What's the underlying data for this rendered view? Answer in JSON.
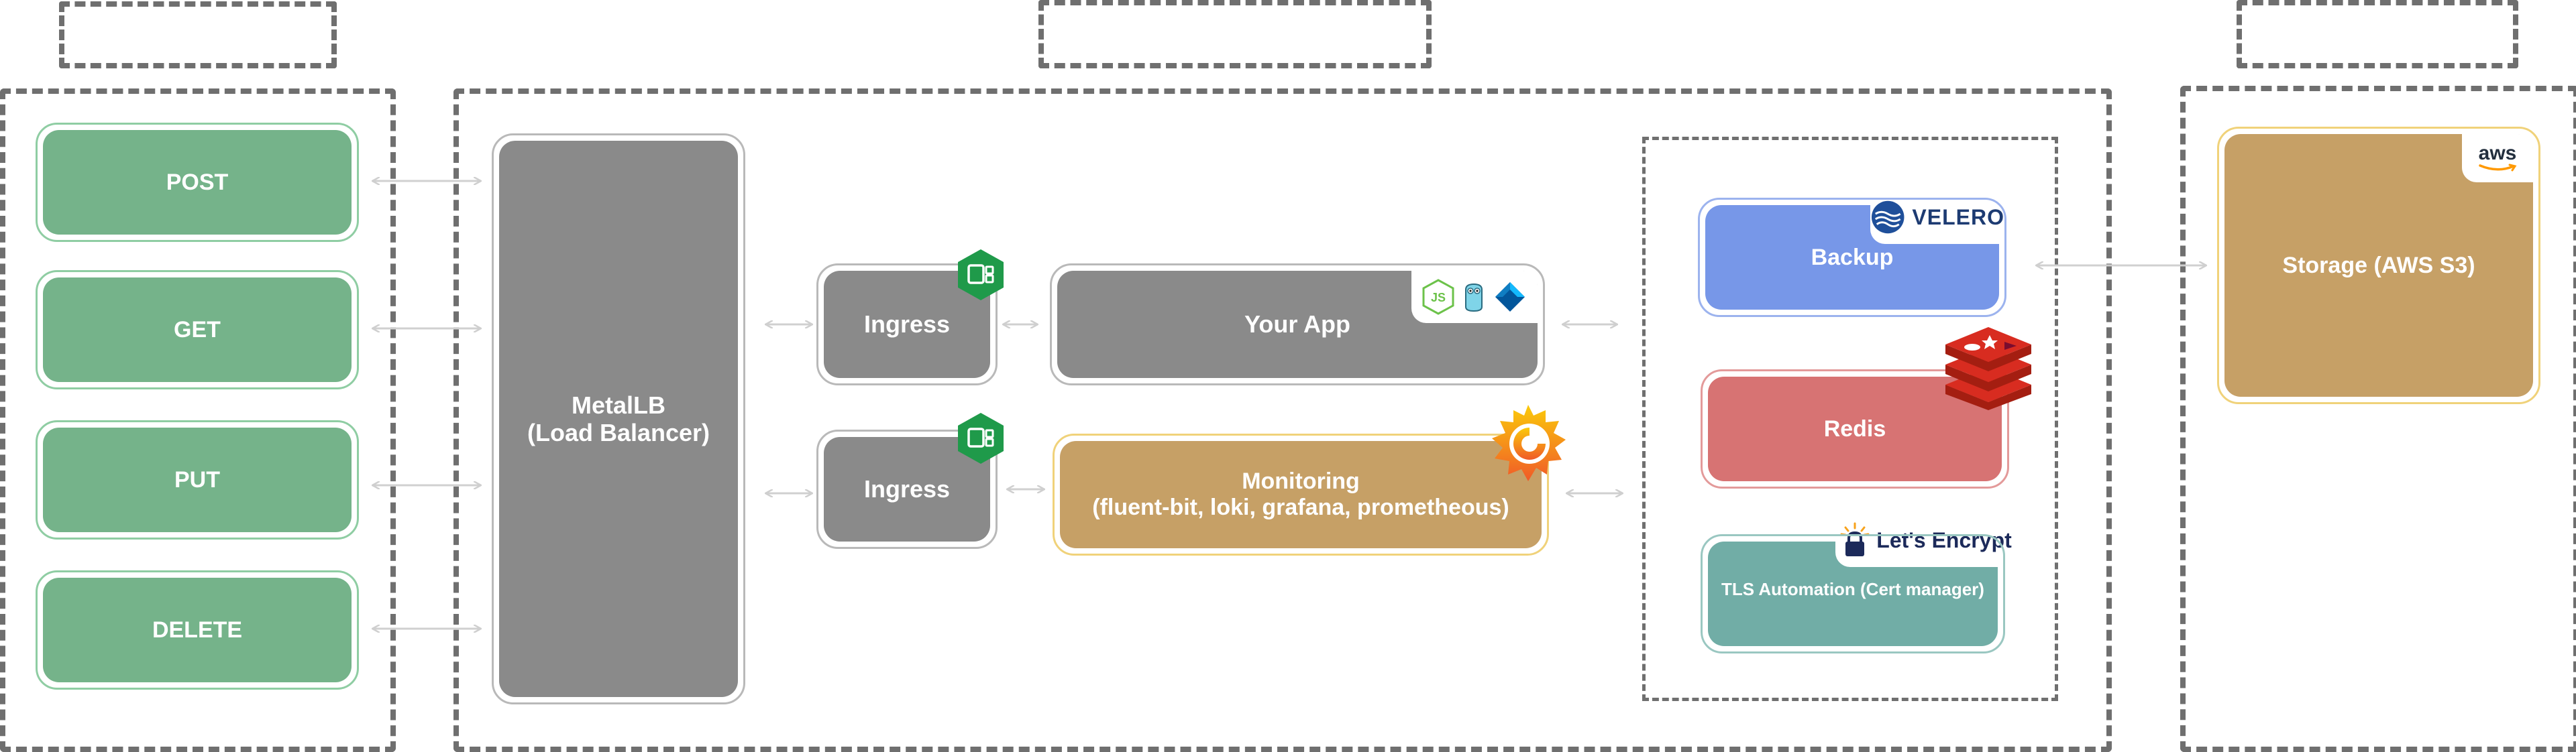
{
  "requests": {
    "post": "POST",
    "get": "GET",
    "put": "PUT",
    "delete": "DELETE"
  },
  "load_balancer": {
    "line1": "MetalLB",
    "line2": "(Load Balancer)"
  },
  "ingress": {
    "top": "Ingress",
    "bottom": "Ingress"
  },
  "app": {
    "label": "Your App"
  },
  "monitoring": {
    "line1": "Monitoring",
    "line2": "(fluent-bit, loki, grafana, prometheous)"
  },
  "services": {
    "backup": "Backup",
    "redis": "Redis",
    "tls": "TLS Automation (Cert manager)"
  },
  "storage": {
    "label": "Storage (AWS S3)"
  },
  "logos": {
    "velero": "VELERO",
    "letsencrypt": "Let's Encrypt",
    "aws": "aws",
    "node": "JS"
  },
  "icons": {
    "ingress_icon": "nginx-ingress-hexagon-icon",
    "grafana_icon": "grafana-icon",
    "redis_icon": "redis-icon",
    "velero_icon": "velero-wave-icon",
    "letsencrypt_icon": "lock-icon",
    "aws_icon": "aws-smile-icon"
  },
  "colors": {
    "requests": "#75b38a",
    "gray": "#8a8a8a",
    "monitoring": "#c6a066",
    "backup": "#7797e8",
    "redis": "#d77373",
    "tls": "#71ada6",
    "storage": "#c6a066",
    "ingress_badge": "#1f9a4a"
  }
}
